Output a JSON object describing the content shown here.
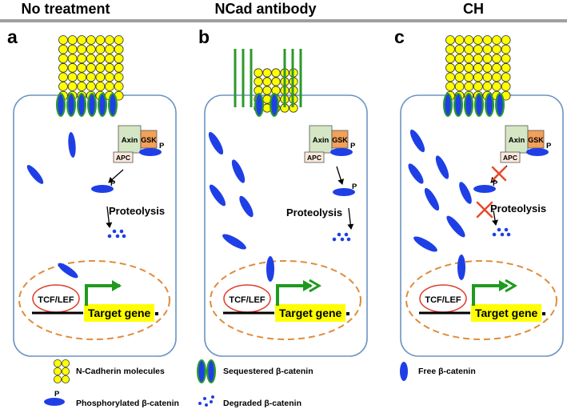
{
  "headers": [
    "No treatment",
    "NCad antibody",
    "CH"
  ],
  "panels": [
    {
      "letter": "a",
      "proteolysis": "Proteolysis",
      "tcf": "TCF/LEF",
      "gene": "Target gene",
      "apc": "APC",
      "axin": "Axin",
      "gsk": "GSK",
      "p": "P",
      "p2": "P"
    },
    {
      "letter": "b",
      "proteolysis": "Proteolysis",
      "tcf": "TCF/LEF",
      "gene": "Target gene",
      "apc": "APC",
      "axin": "Axin",
      "gsk": "GSK",
      "p": "P",
      "p2": "P"
    },
    {
      "letter": "c",
      "proteolysis": "Proteolysis",
      "tcf": "TCF/LEF",
      "gene": "Target gene",
      "apc": "APC",
      "axin": "Axin",
      "gsk": "GSK",
      "p": "P",
      "p2": "P"
    }
  ],
  "legend": {
    "ncadherin": "N-Cadherin molecules",
    "sequestered": "Sequestered β-catenin",
    "free": "Free β-catenin",
    "phosphorylated": "Phosphorylated β-catenin",
    "phos_p": "P",
    "degraded": "Degraded β-catenin"
  },
  "colors": {
    "cell_border": "#6b94c4",
    "nucleus": "#e08c3c",
    "catenin": "#1f3fe6",
    "cadherin_fill": "#ffff00",
    "antibody": "#2b9a2b",
    "tcf_border": "#e03a2a",
    "gene_box": "#ffff00",
    "arrow_green": "#1f9a1f",
    "axin": "#d5e6c4",
    "gsk": "#f2a05a",
    "apc": "#fbe9dc",
    "cross": "#e84a2a"
  },
  "icons": [
    "n-cadherin-icon",
    "sequestered-catenin-icon",
    "free-catenin-icon",
    "phosphorylated-catenin-icon",
    "degraded-catenin-icon",
    "cross-icon"
  ]
}
